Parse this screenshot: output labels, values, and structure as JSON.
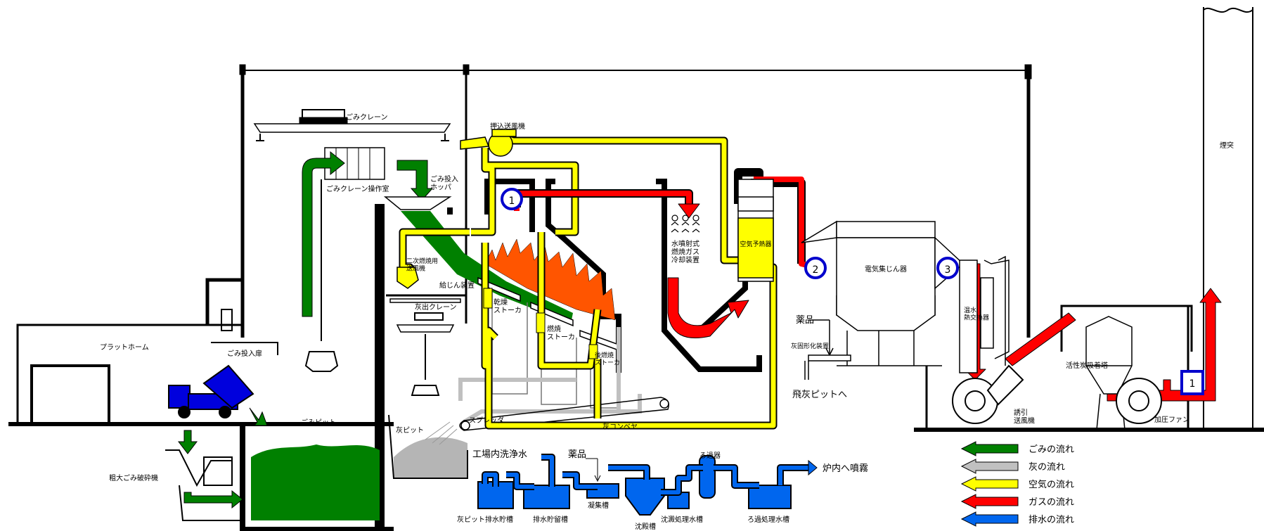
{
  "labels": {
    "chimney": "煙突",
    "garbage_crane": "ごみクレーン",
    "crane_room": "ごみクレーン操作室",
    "hopper": "ごみ投入\nホッパ",
    "push_fan": "押込送風機",
    "secondary_fan": "二次燃焼用\n送風機",
    "feeder": "給じん装置",
    "dry_stoker": "乾燥\nストーカ",
    "burn_stoker": "燃焼\nストーカ",
    "post_stoker": "後燃焼\nストーカ",
    "ash_crane": "灰出クレーン",
    "platform": "プラットホーム",
    "dump_floor": "ごみ投入扉",
    "garbage_pit": "ごみピット",
    "crusher": "粗大ごみ破砕機",
    "ash_pit": "灰ピット",
    "spreader": "スプレッダ",
    "ash_conveyor": "灰コンベヤ",
    "water_cooler": "水噴射式\n燃焼ガス\n冷却装置",
    "air_preheater": "空気予熱器",
    "esp": "電気集じん器",
    "chemicals1": "薬品",
    "solidify": "灰固形化装置",
    "fly_ash": "飛灰ピットへ",
    "hot_water_exch": "温水\n熱交換器",
    "induced_fan": "誘引\n送風機",
    "carbon_tower": "活性炭吸着塔",
    "booster_fan": "加圧ファン",
    "plant_water": "工場内洗浄水",
    "chemicals2": "薬品",
    "filter": "ろ過器",
    "spray": "炉内へ噴霧",
    "t1": "灰ピット排水貯槽",
    "t2": "排水貯留槽",
    "t3": "凝集槽",
    "t4": "沈殿槽",
    "t5": "沈澱処理水槽",
    "t6": "ろ過処理水槽"
  },
  "markers": [
    "1",
    "2",
    "3",
    "1"
  ],
  "legend": [
    {
      "label": "ごみの流れ",
      "color": "#008000"
    },
    {
      "label": "灰の流れ",
      "color": "#c0c0c0"
    },
    {
      "label": "空気の流れ",
      "color": "#ffff00"
    },
    {
      "label": "ガスの流れ",
      "color": "#ff0000"
    },
    {
      "label": "排水の流れ",
      "color": "#0066ee"
    }
  ]
}
